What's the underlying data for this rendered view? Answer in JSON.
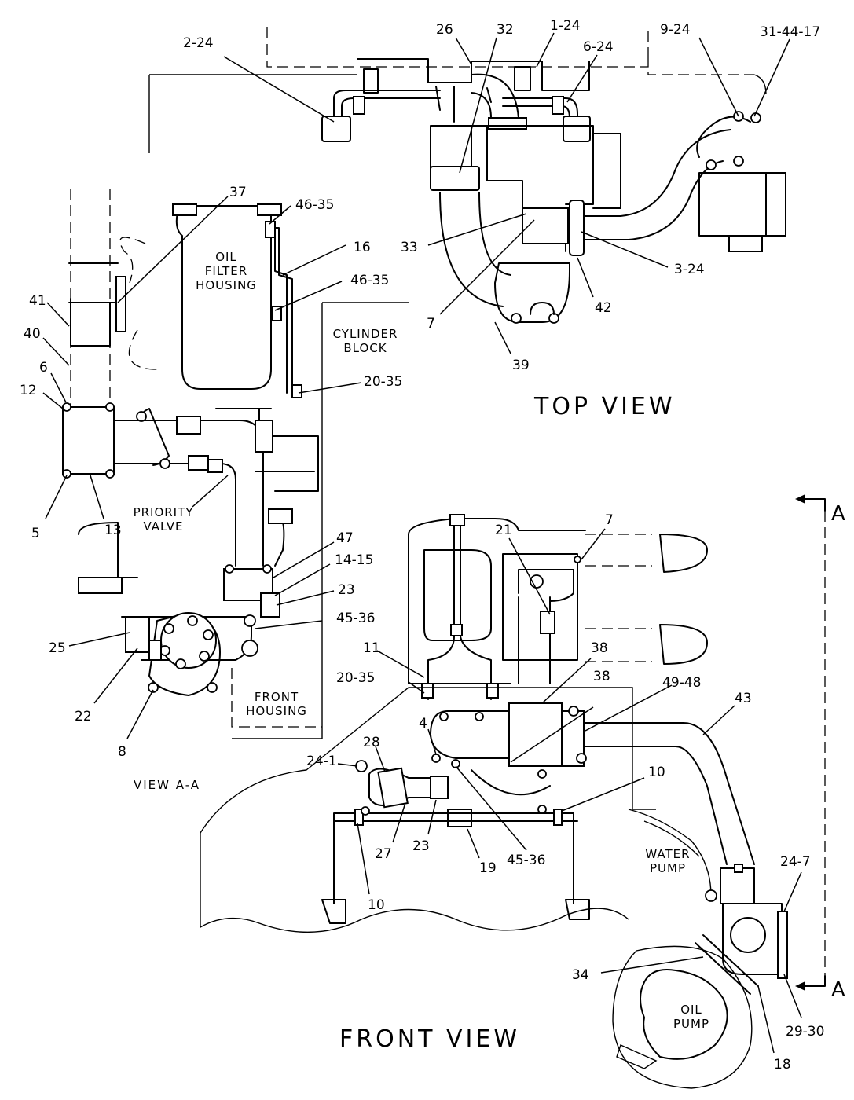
{
  "views": {
    "top": "TOP VIEW",
    "front": "FRONT VIEW",
    "section": "VIEW A-A",
    "section_marker": "A"
  },
  "regions": {
    "oil_filter_housing": [
      "OIL",
      "FILTER",
      "HOUSING"
    ],
    "cylinder_block": [
      "CYLINDER",
      "BLOCK"
    ],
    "priority_valve": [
      "PRIORITY",
      "VALVE"
    ],
    "front_housing": [
      "FRONT",
      "HOUSING"
    ],
    "water_pump": [
      "WATER",
      "PUMP"
    ],
    "oil_pump": [
      "OIL",
      "PUMP"
    ]
  },
  "callouts": {
    "c_2_24": "2-24",
    "c_26": "26",
    "c_32": "32",
    "c_1_24": "1-24",
    "c_6_24": "6-24",
    "c_9_24": "9-24",
    "c_31_44_17": "31-44-17",
    "c_37": "37",
    "c_46_35_a": "46-35",
    "c_16": "16",
    "c_46_35_b": "46-35",
    "c_33": "33",
    "c_3_24": "3-24",
    "c_42": "42",
    "c_7_top": "7",
    "c_39": "39",
    "c_41": "41",
    "c_40": "40",
    "c_6": "6",
    "c_12": "12",
    "c_20_35_a": "20-35",
    "c_5": "5",
    "c_13": "13",
    "c_47": "47",
    "c_14_15": "14-15",
    "c_23_a": "23",
    "c_45_36_a": "45-36",
    "c_25": "25",
    "c_22": "22",
    "c_8": "8",
    "c_21": "21",
    "c_7_front": "7",
    "c_11": "11",
    "c_38_a": "38",
    "c_38_b": "38",
    "c_20_35_b": "20-35",
    "c_49_48": "49-48",
    "c_43": "43",
    "c_4": "4",
    "c_28": "28",
    "c_24_1": "24-1",
    "c_10_a": "10",
    "c_27": "27",
    "c_23_b": "23",
    "c_19": "19",
    "c_45_36_b": "45-36",
    "c_10_b": "10",
    "c_24_7": "24-7",
    "c_34": "34",
    "c_29_30": "29-30",
    "c_18": "18"
  }
}
